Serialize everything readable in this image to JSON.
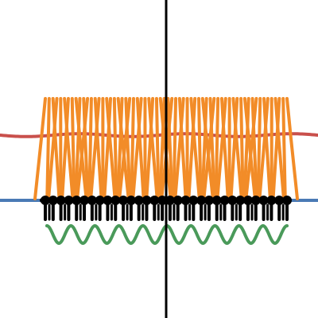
{
  "colors": {
    "background": "#ffffff",
    "axis": "#000000",
    "blue_line": "#4a7ab5",
    "red_wave": "#c9504c",
    "orange_strands": "#f28c28",
    "black_pins": "#000000",
    "green_wave": "#4a9a5a"
  },
  "strands": {
    "count": 64
  },
  "pins": {
    "count": 32
  },
  "green_wave": {
    "cycles": 10
  }
}
